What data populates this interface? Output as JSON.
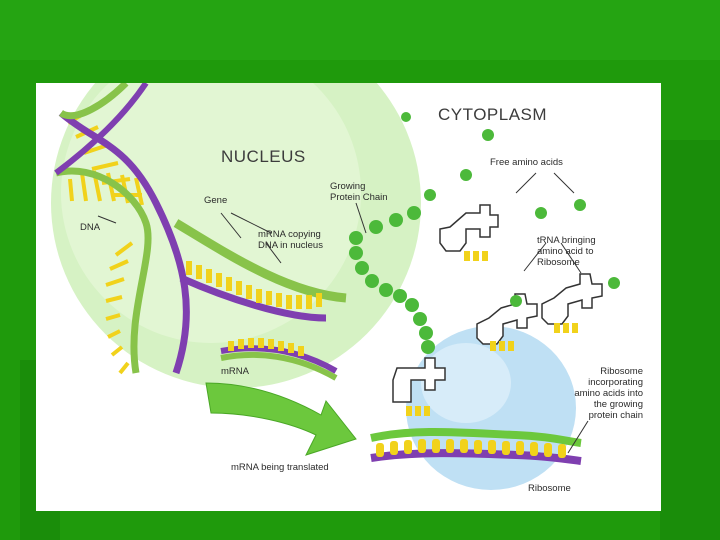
{
  "colors": {
    "slide_background": "#1f9a0c",
    "nucleus": "#d6f2c4",
    "dna_strand_green": "#88c34a",
    "dna_strand_purple": "#7f3fb0",
    "base_yellow": "#f1d21b",
    "amino_acid_green": "#4cb93a",
    "ribosome_blue": "#bfe0f4",
    "arrow_green": "#6cc83d"
  },
  "labels": {
    "cytoplasm": "CYTOPLASM",
    "nucleus": "NUCLEUS",
    "free_amino_acids": "Free amino acids",
    "growing_protein_chain": "Growing\nProtein Chain",
    "gene": "Gene",
    "dna": "DNA",
    "mrna_copying": "mRNA copying\nDNA in nucleus",
    "trna_bringing": "tRNA bringing\namino acid to\nRibosome",
    "mrna": "mRNA",
    "ribosome_incorporating": "Ribosome\nincorporating\namino acids into\nthe growing\nprotein chain",
    "mrna_being_translated": "mRNA being translated",
    "ribosome": "Ribosome"
  },
  "icons": [
    "dna-helix-icon",
    "trna-icon",
    "ribosome-icon",
    "amino-acid-icon",
    "arrow-icon"
  ]
}
